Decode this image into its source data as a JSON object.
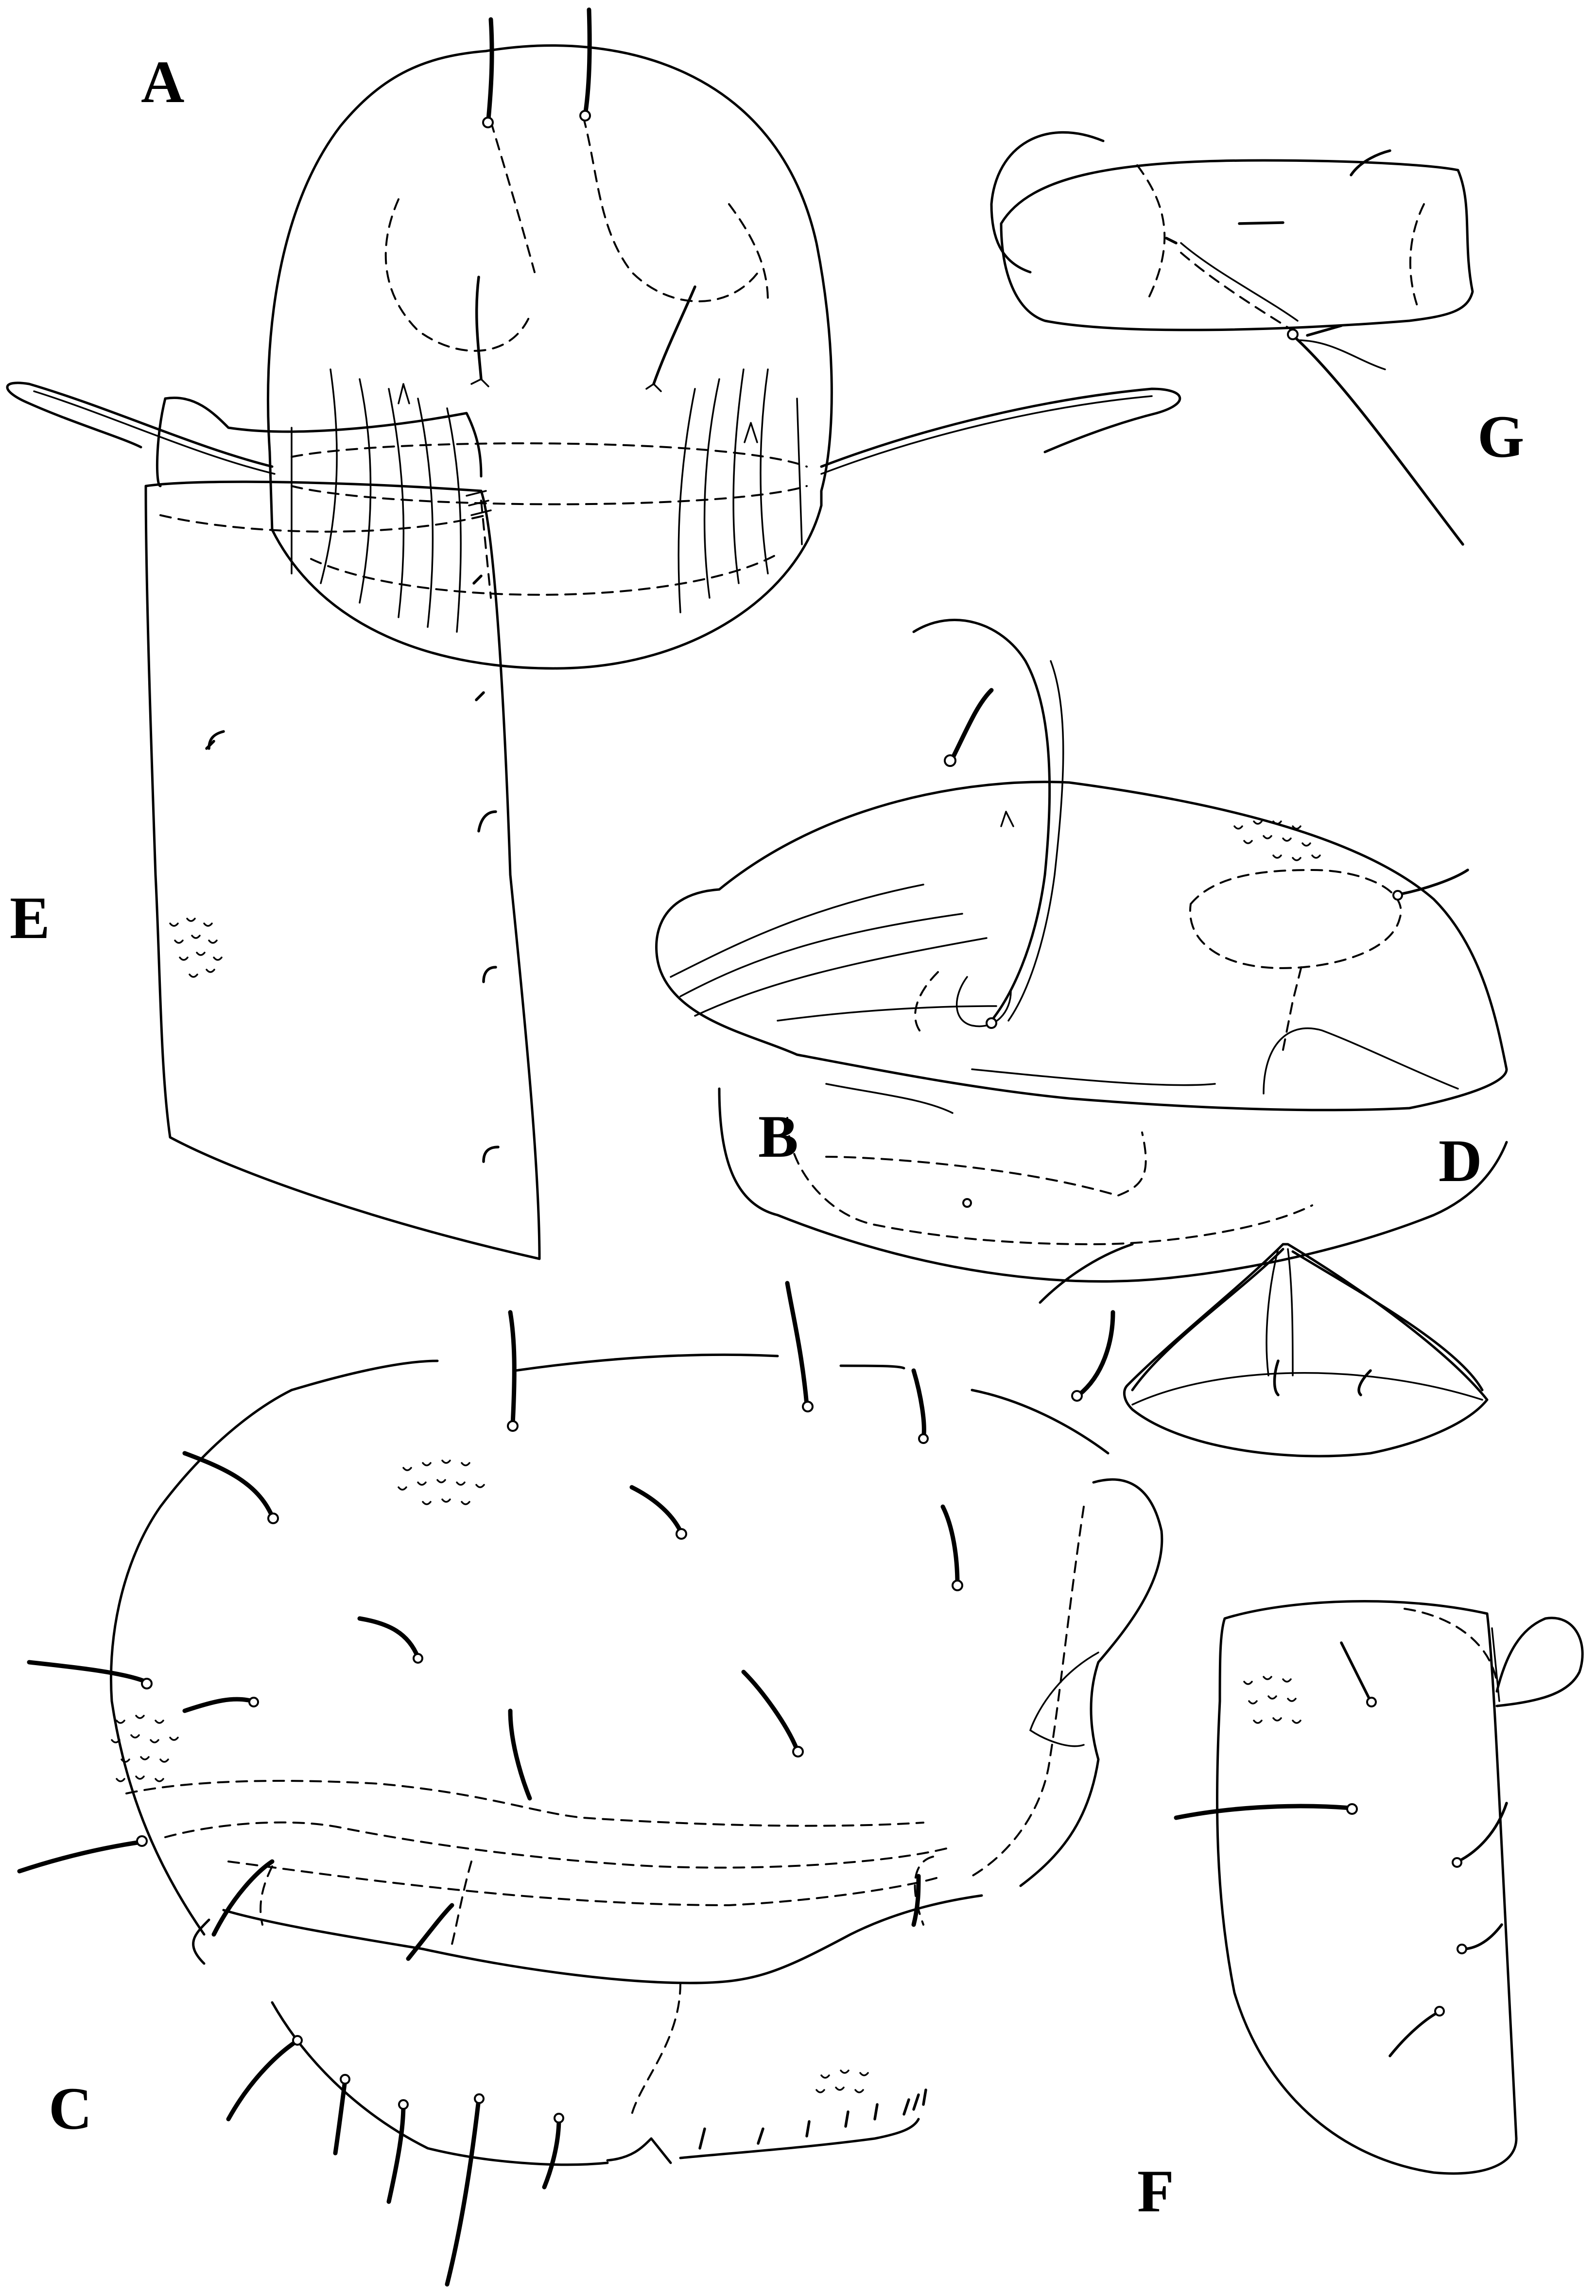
{
  "panels": [
    {
      "id": "A",
      "label": "A"
    },
    {
      "id": "B",
      "label": "B"
    },
    {
      "id": "C",
      "label": "C"
    },
    {
      "id": "D",
      "label": "D"
    },
    {
      "id": "E",
      "label": "E"
    },
    {
      "id": "F",
      "label": "F"
    },
    {
      "id": "G",
      "label": "G"
    }
  ]
}
